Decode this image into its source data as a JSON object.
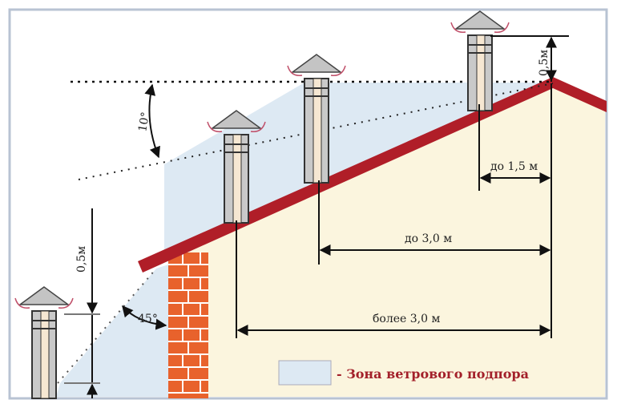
{
  "labels": {
    "height_left": "0,5м",
    "height_right": "0,5м",
    "angle_top": "10°",
    "angle_bottom": "45°",
    "dist_1": "до 1,5 м",
    "dist_2": "до 3,0 м",
    "dist_3": "более 3,0 м"
  },
  "legend": {
    "text": "- Зона ветрового подпора"
  },
  "colors": {
    "roof": "#b01e28",
    "brick": "#e8622c",
    "wall": "#fbf5de",
    "wind_zone": "#dde9f3",
    "frame": "#b8c3d3"
  }
}
